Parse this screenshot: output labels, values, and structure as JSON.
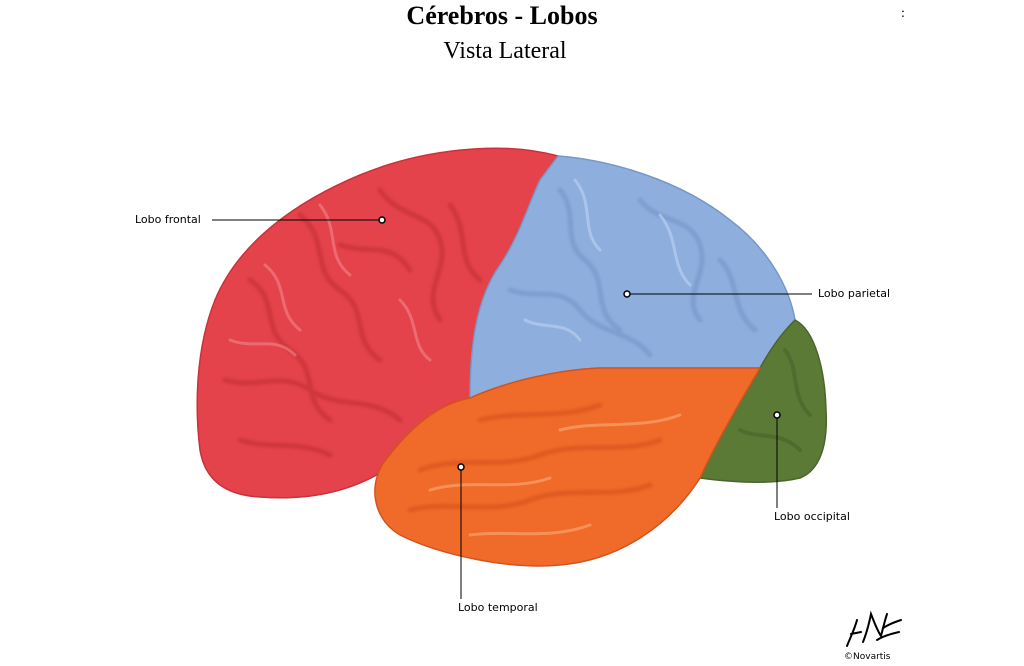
{
  "title": "Cérebros - Lobos",
  "subtitle": "Vista Lateral",
  "stray_mark": ":",
  "lobes": {
    "frontal": {
      "label": "Lobo frontal",
      "color": "#e4434b"
    },
    "parietal": {
      "label": "Lobo parietal",
      "color": "#8eaede"
    },
    "occipital": {
      "label": "Lobo occipital",
      "color": "#5b7a36"
    },
    "temporal": {
      "label": "Lobo temporal",
      "color": "#f06a2a"
    }
  },
  "signature": "F. Netter",
  "copyright": "©Novartis"
}
